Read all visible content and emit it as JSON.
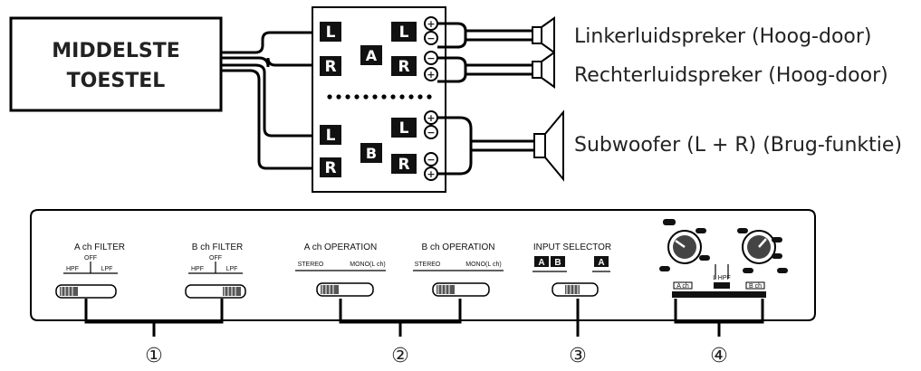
{
  "top": {
    "source_line1": "MIDDELSTE",
    "source_line2": "TOESTEL",
    "channel_a": "A",
    "channel_b": "B",
    "left": "L",
    "right": "R",
    "plus": "+",
    "minus": "−",
    "speakers": {
      "tweeter_left": "Linkerluidspreker (Hoog-door)",
      "tweeter_right": "Rechterluidspreker (Hoog-door)",
      "subwoofer": "Subwoofer (L + R) (Brug-funktie)"
    }
  },
  "panel": {
    "a_filter": "A ch FILTER",
    "b_filter": "B ch FILTER",
    "off": "OFF",
    "hpf": "HPF",
    "lpf": "LPF",
    "a_operation": "A ch OPERATION",
    "b_operation": "B ch OPERATION",
    "stereo": "STEREO",
    "mono": "MONO(L ch)",
    "input_selector": "INPUT SELECTOR",
    "sel_a": "A",
    "sel_b": "B",
    "knobs": {
      "l_hpf": "L HPF",
      "a_ch": "A ch",
      "b_ch": "B ch"
    }
  },
  "callouts": [
    "①",
    "②",
    "③",
    "④"
  ]
}
